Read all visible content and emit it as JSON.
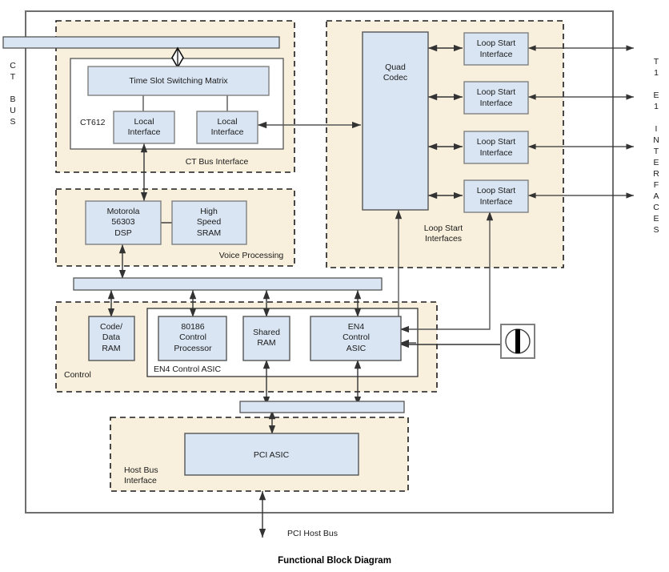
{
  "caption": "Functional Block Diagram",
  "colors": {
    "block_fill": "#d9e5f3",
    "block_stroke": "#808080",
    "group_fill": "#f8f0dc",
    "group_stroke": "#1a1a1a",
    "frame_stroke": "#6e6e6e",
    "line": "#333333",
    "background": "#ffffff"
  },
  "side_labels": {
    "left": "C\nT\n\nB\nU\nS",
    "left_lines": [
      "C",
      "T",
      "",
      "B",
      "U",
      "S"
    ],
    "right_lines": [
      "T",
      "1",
      "",
      "E",
      "1",
      "",
      "I",
      "N",
      "T",
      "E",
      "R",
      "F",
      "A",
      "C",
      "E",
      "S"
    ]
  },
  "groups": [
    {
      "id": "ct-bus-interface",
      "label": "CT Bus Interface"
    },
    {
      "id": "loop-start-interfaces",
      "label": "Loop Start\nInterfaces",
      "lines": [
        "Loop Start",
        "Interfaces"
      ]
    },
    {
      "id": "voice-processing",
      "label": "Voice Processing"
    },
    {
      "id": "control",
      "label": "Control"
    },
    {
      "id": "host-bus-interface",
      "label": "Host Bus\nInterface",
      "lines": [
        "Host Bus",
        "Interface"
      ]
    }
  ],
  "inner_boxes": [
    {
      "id": "ct612",
      "label": "CT612"
    },
    {
      "id": "en4-control-asic-box",
      "label": "EN4 Control ASIC"
    }
  ],
  "blocks": [
    {
      "id": "time-slot-switching-matrix",
      "lines": [
        "Time Slot Switching Matrix"
      ]
    },
    {
      "id": "local-interface-1",
      "lines": [
        "Local",
        "Interface"
      ]
    },
    {
      "id": "local-interface-2",
      "lines": [
        "Local",
        "Interface"
      ]
    },
    {
      "id": "quad-codec",
      "lines": [
        "Quad",
        "Codec"
      ]
    },
    {
      "id": "loop-start-interface-1",
      "lines": [
        "Loop Start",
        "Interface"
      ]
    },
    {
      "id": "loop-start-interface-2",
      "lines": [
        "Loop Start",
        "Interface"
      ]
    },
    {
      "id": "loop-start-interface-3",
      "lines": [
        "Loop Start",
        "Interface"
      ]
    },
    {
      "id": "loop-start-interface-4",
      "lines": [
        "Loop Start",
        "Interface"
      ]
    },
    {
      "id": "motorola-dsp",
      "lines": [
        "Motorola",
        "56303",
        "DSP"
      ]
    },
    {
      "id": "high-speed-sram",
      "lines": [
        "High",
        "Speed",
        "SRAM"
      ]
    },
    {
      "id": "code-data-ram",
      "lines": [
        "Code/",
        "Data",
        "RAM"
      ]
    },
    {
      "id": "control-processor-80186",
      "lines": [
        "80186",
        "Control",
        "Processor"
      ]
    },
    {
      "id": "shared-ram",
      "lines": [
        "Shared",
        "RAM"
      ]
    },
    {
      "id": "en4-control-asic",
      "lines": [
        "EN4",
        "Control",
        "ASIC"
      ]
    },
    {
      "id": "pci-asic",
      "lines": [
        "PCI ASIC"
      ]
    }
  ],
  "bus_rails": [
    {
      "id": "ct-bus-rail"
    },
    {
      "id": "internal-bus-rail"
    },
    {
      "id": "pci-bus-rail"
    }
  ],
  "connector_icon": {
    "id": "connector-icon",
    "name": "circle-bar-connector"
  },
  "labels": {
    "pci_host_bus": "PCI Host Bus"
  },
  "text": {
    "time_slot_switching_matrix": "Time Slot Switching Matrix",
    "ct612": "CT612",
    "local_interface_l1": "Local",
    "local_interface_l2": "Interface",
    "ct_bus_interface": "CT Bus Interface",
    "quad_codec_l1": "Quad",
    "quad_codec_l2": "Codec",
    "loop_start_l1": "Loop Start",
    "loop_start_l2": "Interface",
    "loop_start_group_l1": "Loop Start",
    "loop_start_group_l2": "Interfaces",
    "motorola_l1": "Motorola",
    "motorola_l2": "56303",
    "motorola_l3": "DSP",
    "sram_l1": "High",
    "sram_l2": "Speed",
    "sram_l3": "SRAM",
    "voice_processing": "Voice Processing",
    "code_data_l1": "Code/",
    "code_data_l2": "Data",
    "code_data_l3": "RAM",
    "cp_l1": "80186",
    "cp_l2": "Control",
    "cp_l3": "Processor",
    "shared_ram_l1": "Shared",
    "shared_ram_l2": "RAM",
    "en4_l1": "EN4",
    "en4_l2": "Control",
    "en4_l3": "ASIC",
    "en4_box_label": "EN4 Control ASIC",
    "control_label": "Control",
    "pci_asic": "PCI ASIC",
    "host_bus_l1": "Host Bus",
    "host_bus_l2": "Interface",
    "pci_host_bus": "PCI Host Bus",
    "caption": "Functional Block Diagram",
    "ct_c": "C",
    "ct_t": "T",
    "ct_b": "B",
    "ct_u": "U",
    "ct_s": "S",
    "r_t": "T",
    "r_1a": "1",
    "r_e": "E",
    "r_1b": "1",
    "r_i": "I",
    "r_n": "N",
    "r_t2": "T",
    "r_e2": "E",
    "r_r": "R",
    "r_f": "F",
    "r_a": "A",
    "r_c": "C",
    "r_e3": "E",
    "r_s": "S"
  }
}
